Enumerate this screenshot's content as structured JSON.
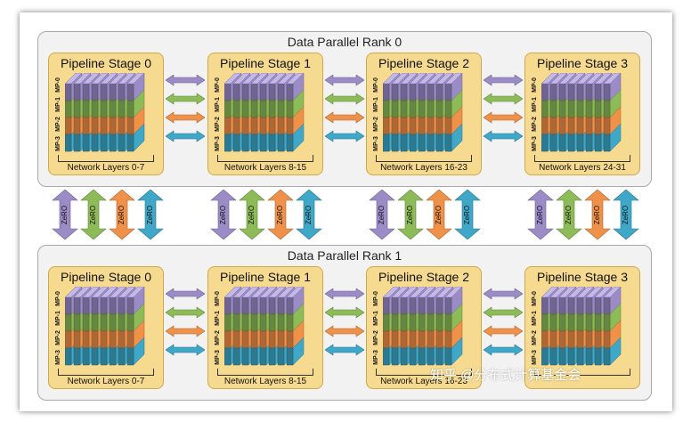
{
  "colors": {
    "purple": "#9b8cc8",
    "green": "#8dbb58",
    "orange": "#f0914a",
    "blue": "#3fa8c8",
    "stage_fill": "#f6da8f",
    "rank_fill": "#f2f2f2"
  },
  "mp_labels": [
    "MP-0",
    "MP-1",
    "MP-2",
    "MP-3"
  ],
  "zero_label": "ZeRO",
  "ranks": [
    {
      "title": "Data Parallel Rank 0",
      "stages": [
        {
          "title": "Pipeline Stage 0",
          "layers": "Network Layers 0-7"
        },
        {
          "title": "Pipeline Stage 1",
          "layers": "Network Layers 8-15"
        },
        {
          "title": "Pipeline Stage 2",
          "layers": "Network Layers 16-23"
        },
        {
          "title": "Pipeline Stage 3",
          "layers": "Network Layers 24-31"
        }
      ]
    },
    {
      "title": "Data Parallel Rank 1",
      "stages": [
        {
          "title": "Pipeline Stage 0",
          "layers": "Network Layers 0-7"
        },
        {
          "title": "Pipeline Stage 1",
          "layers": "Network Layers 8-15"
        },
        {
          "title": "Pipeline Stage 2",
          "layers": "Network Layers 16-23"
        },
        {
          "title": "Pipeline Stage 3",
          "layers": ""
        }
      ]
    }
  ],
  "watermark": "知乎 @分布式计算基金会"
}
